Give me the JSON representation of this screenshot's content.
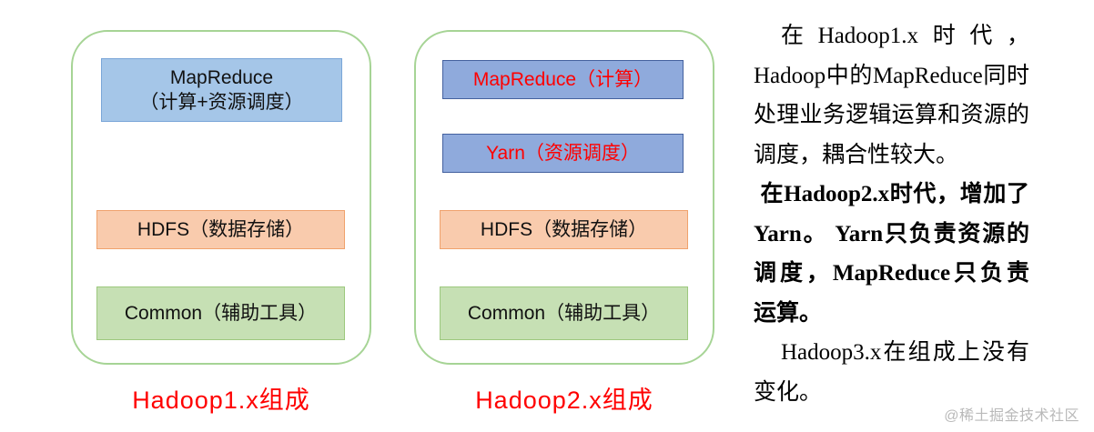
{
  "panels": [
    {
      "label": "Hadoop1.x组成",
      "boxes": {
        "mapreduce": {
          "line1": "MapReduce",
          "line2": "（计算+资源调度）"
        },
        "hdfs": "HDFS（数据存储）",
        "common": "Common（辅助工具）"
      }
    },
    {
      "label": "Hadoop2.x组成",
      "boxes": {
        "mapreduce": "MapReduce（计算）",
        "yarn": "Yarn（资源调度）",
        "hdfs": "HDFS（数据存储）",
        "common": "Common（辅助工具）"
      }
    }
  ],
  "note": {
    "para1": "在Hadoop1.x时代，Hadoop中的MapReduce同时处理业务逻辑运算和资源的调度，耦合性较大。",
    "para2": "在Hadoop2.x时代，增加了Yarn。 Yarn只负责资源的调度，MapReduce只负责运算。",
    "para3": "Hadoop3.x在组成上没有变化。"
  },
  "watermark": "@稀土掘金技术社区",
  "colors": {
    "panel_border": "#a6d495",
    "blue_fill": "#a5c6e8",
    "blue_border": "#7aa6d8",
    "blue2_fill": "#8faadc",
    "blue2_border": "#44619f",
    "orange_fill": "#f9cbad",
    "orange_border": "#f0a26d",
    "green_fill": "#c6e0b4",
    "green_border": "#9dc87e",
    "red_text": "#ff0000"
  }
}
